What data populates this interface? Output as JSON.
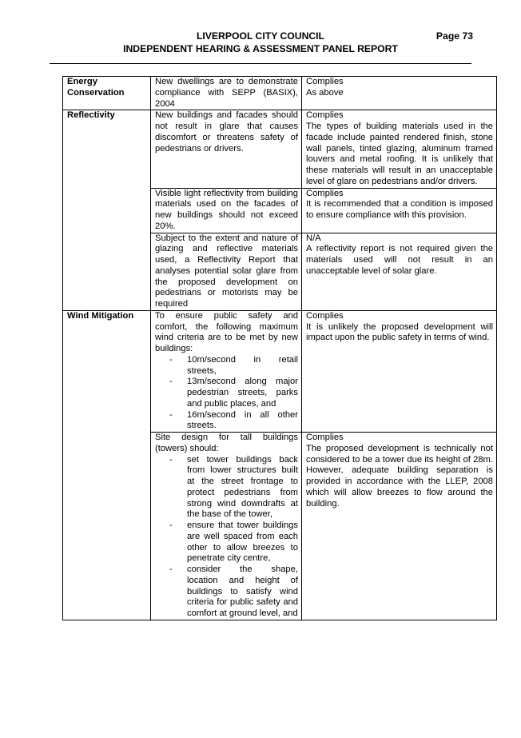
{
  "header": {
    "line1": "LIVERPOOL CITY COUNCIL",
    "page": "Page 73",
    "line2": "INDEPENDENT HEARING & ASSESSMENT PANEL REPORT"
  },
  "rows": [
    {
      "category": "Energy Conservation",
      "control": "New dwellings are to demonstrate compliance with SEPP (BASIX), 2004",
      "status": "Complies",
      "comment": "As above"
    },
    {
      "category": "Reflectivity",
      "control": "New buildings and facades should not result in glare that causes discomfort or threatens safety of pedestrians or drivers.",
      "status": "Complies",
      "comment": "The types of building materials used in the facade include painted rendered finish, stone wall panels, tinted glazing, aluminum framed louvers and metal roofing. It is unlikely that these materials will result in an unacceptable level of glare on pedestrians and/or drivers."
    },
    {
      "category": "",
      "control": "Visible light reflectivity from building materials used on the facades of new buildings should not exceed 20%.",
      "status": "Complies",
      "comment": "It is recommended that a condition is imposed to ensure compliance with this provision."
    },
    {
      "category": "",
      "control": "Subject to the extent and nature of glazing and reflective materials used, a Reflectivity Report that analyses potential solar glare from the proposed development on pedestrians or motorists may be required",
      "status": "N/A",
      "comment": "A reflectivity report is not required given the materials used will not result in an unacceptable level of solar glare."
    },
    {
      "category": "Wind Mitigation",
      "control_intro": "To ensure public safety and comfort, the following maximum wind criteria are to be met by new buildings:",
      "control_items": [
        "10m/second in retail streets,",
        "13m/second along major pedestrian streets, parks and public places, and",
        "16m/second in all other streets."
      ],
      "status": "Complies",
      "comment": "It is unlikely the proposed development will impact upon the public safety in terms of wind."
    },
    {
      "category": "",
      "control_intro": "Site design for tall buildings (towers) should:",
      "control_items": [
        "set tower buildings back from lower structures built at the street frontage to protect pedestrians from strong wind downdrafts at the base of the tower,",
        "ensure that tower buildings are well spaced from each other to allow breezes to penetrate city centre,",
        "consider the shape, location and height of buildings to satisfy wind criteria for public safety and comfort at ground level, and"
      ],
      "status": "Complies",
      "comment": "The proposed development is technically not considered to be a tower due its height of 28m. However, adequate building separation is provided in accordance with the LLEP, 2008 which will allow breezes to flow around the building."
    }
  ]
}
